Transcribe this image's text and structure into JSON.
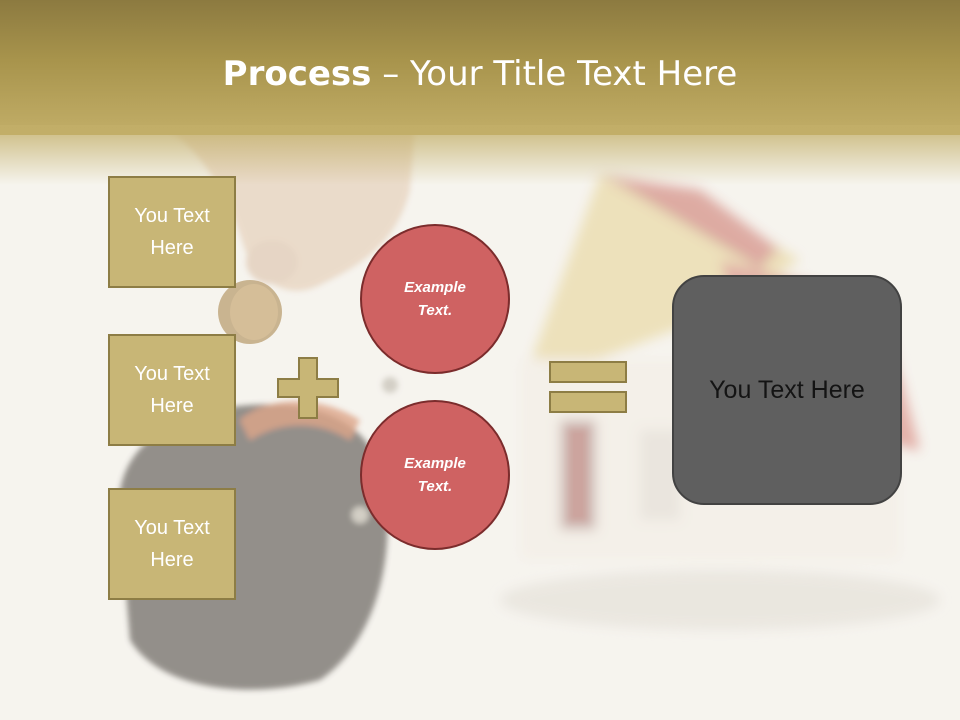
{
  "title": {
    "bold": "Process",
    "separator": " – ",
    "rest": "Your Title Text Here"
  },
  "boxes": [
    {
      "label": "You Text Here"
    },
    {
      "label": "You Text Here"
    },
    {
      "label": "You Text Here"
    }
  ],
  "circles": [
    {
      "label": "Example Text."
    },
    {
      "label": "Example Text."
    }
  ],
  "result": {
    "label": "You Text Here"
  },
  "operators": {
    "plus": "plus-icon",
    "equals": "equals-icon"
  },
  "colors": {
    "header": "#a8944c",
    "box_fill": "#c8b676",
    "circle_fill": "#cf6262",
    "result_fill": "#5f5f5f"
  }
}
